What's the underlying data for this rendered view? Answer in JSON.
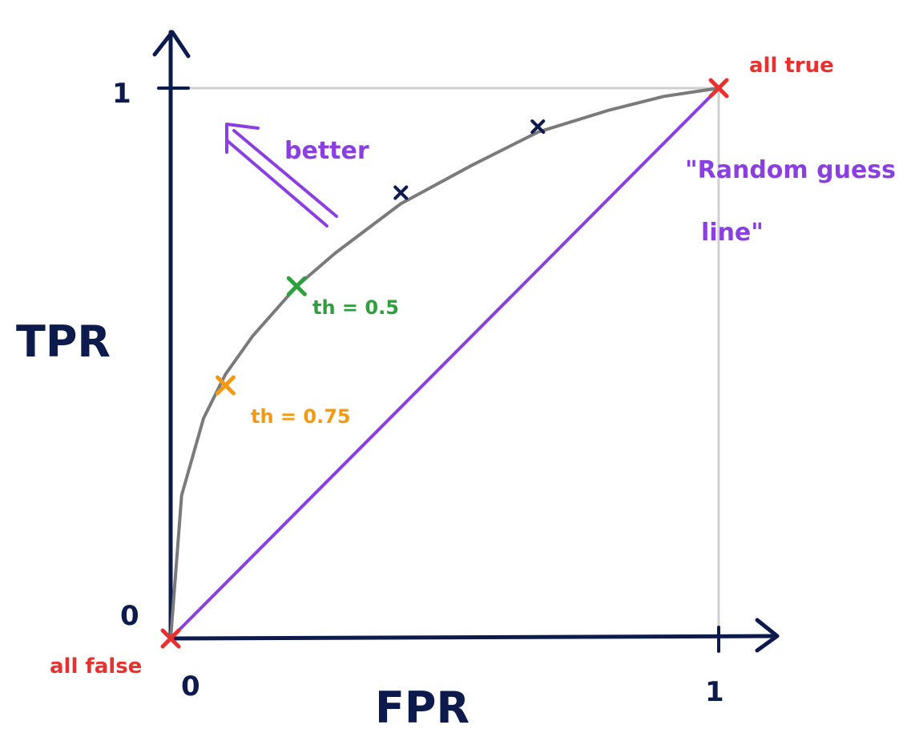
{
  "chart_data": {
    "type": "line",
    "xlabel": "FPR",
    "ylabel": "TPR",
    "xlim": [
      0,
      1
    ],
    "ylim": [
      0,
      1
    ],
    "x_ticks": [
      "0",
      "1"
    ],
    "y_ticks": [
      "0",
      "1"
    ],
    "grid": false,
    "series": [
      {
        "x": [
          0,
          0.02,
          0.06,
          0.1,
          0.15,
          0.23,
          0.3,
          0.42,
          0.55,
          0.67,
          0.8,
          0.9,
          1
        ],
        "y": [
          0,
          0.26,
          0.4,
          0.48,
          0.55,
          0.64,
          0.7,
          0.79,
          0.86,
          0.92,
          0.96,
          0.985,
          1
        ]
      },
      {
        "x": [
          0,
          1
        ],
        "y": [
          0,
          1
        ]
      }
    ],
    "marked_points": [
      {
        "x": 0.1,
        "y": 0.46,
        "label": "th = 0.75",
        "color": "#f39a12"
      },
      {
        "x": 0.23,
        "y": 0.64,
        "label": "th = 0.5",
        "color": "#2f9e3f"
      },
      {
        "x": 0.42,
        "y": 0.81,
        "label": "",
        "color": "#0d1b4c"
      },
      {
        "x": 0.67,
        "y": 0.93,
        "label": "",
        "color": "#0d1b4c"
      },
      {
        "x": 0,
        "y": 0,
        "label": "all false",
        "color": "#e8302f"
      },
      {
        "x": 1,
        "y": 1,
        "label": "all true",
        "color": "#e8302f"
      }
    ],
    "annotations": {
      "better": "better",
      "random_line_1": "\"Random guess",
      "random_line_2": "line\""
    },
    "colors": {
      "axis": "#0d1b4c",
      "curve": "#7a7a7a",
      "diagonal": "#8a3fe0",
      "guide": "#cfcfcf"
    }
  }
}
